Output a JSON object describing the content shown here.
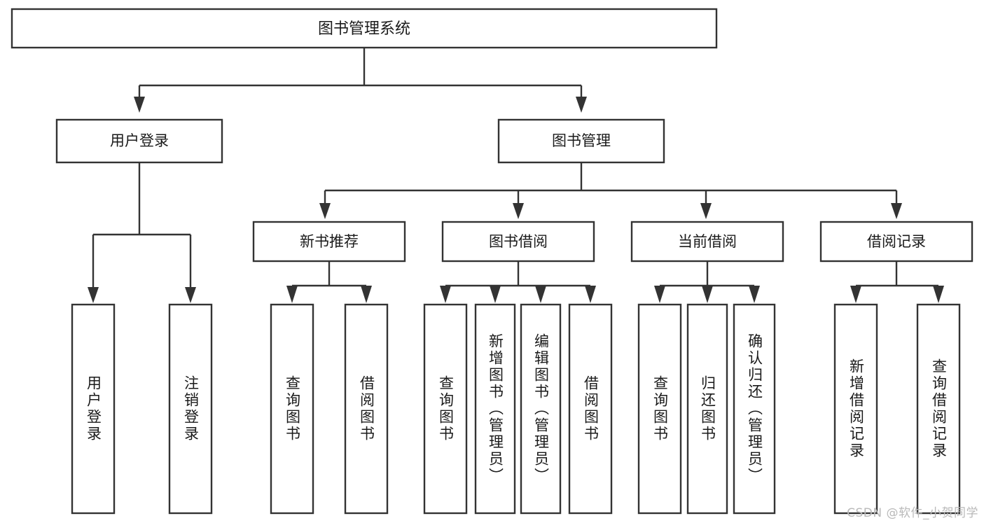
{
  "diagram": {
    "title": "图书管理系统",
    "type": "hierarchy-tree",
    "watermark": "CSDN @软件_小贺同学",
    "colors": {
      "stroke": "#333333",
      "fill": "#ffffff",
      "text": "#1a1a1a",
      "watermark": "#b9b9b9",
      "background": "#ffffff"
    },
    "levels": {
      "root": {
        "label": "图书管理系统"
      },
      "level2": [
        {
          "id": "user-login",
          "label": "用户登录"
        },
        {
          "id": "book-manage",
          "label": "图书管理"
        }
      ],
      "level3": [
        {
          "id": "new-book-recommend",
          "label": "新书推荐",
          "parent": "book-manage"
        },
        {
          "id": "book-borrow",
          "label": "图书借阅",
          "parent": "book-manage"
        },
        {
          "id": "current-borrow",
          "label": "当前借阅",
          "parent": "book-manage"
        },
        {
          "id": "borrow-record",
          "label": "借阅记录",
          "parent": "book-manage"
        }
      ],
      "leaves": [
        {
          "id": "leaf-user-login",
          "label": "用户登录",
          "parent": "user-login"
        },
        {
          "id": "leaf-logout",
          "label": "注销登录",
          "parent": "user-login"
        },
        {
          "id": "leaf-query-book-1",
          "label": "查询图书",
          "parent": "new-book-recommend"
        },
        {
          "id": "leaf-borrow-book-1",
          "label": "借阅图书",
          "parent": "new-book-recommend"
        },
        {
          "id": "leaf-query-book-2",
          "label": "查询图书",
          "parent": "book-borrow"
        },
        {
          "id": "leaf-add-book",
          "label": "新增图书（管理员）",
          "parent": "book-borrow"
        },
        {
          "id": "leaf-edit-book",
          "label": "编辑图书（管理员）",
          "parent": "book-borrow"
        },
        {
          "id": "leaf-borrow-book-2",
          "label": "借阅图书",
          "parent": "book-borrow"
        },
        {
          "id": "leaf-query-book-3",
          "label": "查询图书",
          "parent": "current-borrow"
        },
        {
          "id": "leaf-return-book",
          "label": "归还图书",
          "parent": "current-borrow"
        },
        {
          "id": "leaf-confirm-return",
          "label": "确认归还（管理员）",
          "parent": "current-borrow"
        },
        {
          "id": "leaf-add-record",
          "label": "新增借阅记录",
          "parent": "borrow-record"
        },
        {
          "id": "leaf-query-record",
          "label": "查询借阅记录",
          "parent": "borrow-record"
        }
      ]
    }
  }
}
